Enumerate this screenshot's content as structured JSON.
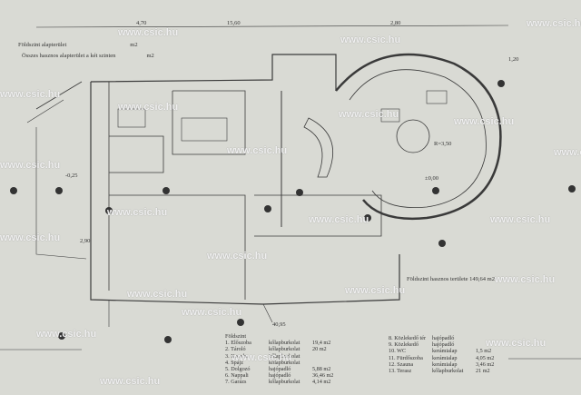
{
  "header": {
    "floor_area_label": "Földszint alapterület",
    "floor_area_unit": "m2",
    "total_area_label": "Összes hasznos alapterület a két szinten",
    "total_area_unit": "m2"
  },
  "plan_note": "Földszint hasznos területe 149,64 m2",
  "legend": {
    "title": "Földszint",
    "rooms": [
      {
        "name": "1. Előszoba",
        "floor": "kőlapburkolat",
        "area": "19,4 m2"
      },
      {
        "name": "2. Tároló",
        "floor": "kőlapburkolat",
        "area": "20 m2"
      },
      {
        "name": "3. Konyha",
        "floor": "kőlapburkolat",
        "area": ""
      },
      {
        "name": "4. Spájz",
        "floor": "kőlapburkolat",
        "area": ""
      },
      {
        "name": "5. Dolgozó",
        "floor": "hajópadló",
        "area": "5,88 m2"
      },
      {
        "name": "6. Nappali",
        "floor": "hajópadló",
        "area": "36,46 m2"
      },
      {
        "name": "7. Garázs",
        "floor": "kőlapburkolat",
        "area": "4,14 m2"
      },
      {
        "name": "8. Közlekedő tér",
        "floor": "hajópadló",
        "area": ""
      },
      {
        "name": "9. Közlekedő",
        "floor": "hajópadló",
        "area": ""
      },
      {
        "name": "10. WC",
        "floor": "kerámialap",
        "area": "1,5 m2"
      },
      {
        "name": "11. Fürdőszoba",
        "floor": "kerámialap",
        "area": "4,05 m2"
      },
      {
        "name": "12. Szauna",
        "floor": "kerámialap",
        "area": "3,46 m2"
      },
      {
        "name": "13. Terasz",
        "floor": "kőlapburkolat",
        "area": "21 m2"
      }
    ]
  },
  "dimensions": [
    "15,60",
    "4,70",
    "2,80",
    "1,20",
    "40,95",
    "±0,00",
    "2,90",
    "-0,25",
    "R=3,50"
  ],
  "watermark": "www.csic.hu",
  "colors": {
    "paper": "#d9dad4",
    "ink": "#3a3a3a"
  }
}
